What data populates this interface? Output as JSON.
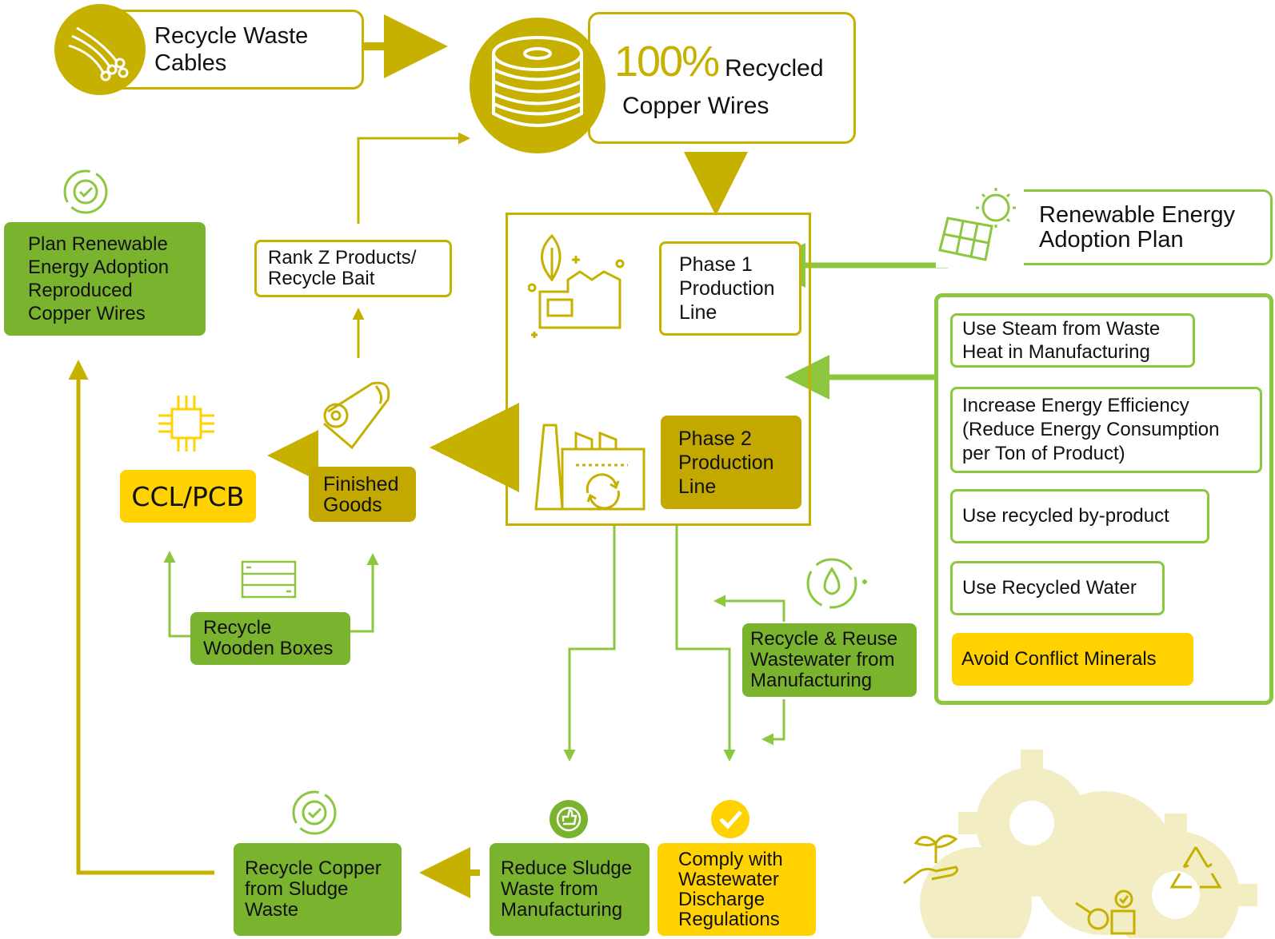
{
  "colors": {
    "olive": "#c6b100",
    "green": "#7ab32e",
    "light_green": "#8dc63f",
    "yellow": "#ffd200",
    "gear": "#f3edc4"
  },
  "top": {
    "recycle_cables": "Recycle Waste\nCables",
    "recycled_percent": "100%",
    "recycled_word": "Recycled",
    "copper_wires": "Copper Wires"
  },
  "renewable_plan": "Renewable Energy\nAdoption Plan",
  "plan_reproduced": "Plan Renewable\nEnergy Adoption\nReproduced\nCopper Wires",
  "rank_z": "Rank Z Products/\nRecycle Bait",
  "production": {
    "phase1": "Phase 1\nProduction\nLine",
    "phase2": "Phase 2\nProduction\nLine"
  },
  "finished_goods": "Finished\nGoods",
  "ccl_pcb": "CCL/PCB",
  "recycle_wooden": "Recycle\nWooden Boxes",
  "measures": [
    "Use Steam from Waste\nHeat in Manufacturing",
    "Increase Energy Efficiency\n(Reduce Energy Consumption\nper Ton of Product)",
    "Use recycled by-product",
    "Use Recycled Water",
    "Avoid Conflict Minerals"
  ],
  "wastewater": "Recycle & Reuse\nWastewater from\nManufacturing",
  "bottom": {
    "recycle_copper": "Recycle Copper\nfrom Sludge\nWaste",
    "reduce_sludge": "Reduce Sludge\nWaste from\nManufacturing",
    "comply": "Comply with\nWastewater\nDischarge\nRegulations"
  },
  "icons": [
    "cable-bundle-icon",
    "wire-spool-icon",
    "solar-panel-icon",
    "factory-leaf-icon",
    "factory-recycle-icon",
    "recycle-check-icon",
    "paper-roll-icon",
    "chip-icon",
    "wooden-box-icon",
    "water-drop-icon",
    "thumbs-up-gear-icon",
    "check-badge-icon",
    "plant-hand-icon",
    "recycle-triangle-icon",
    "gear-decoration"
  ]
}
